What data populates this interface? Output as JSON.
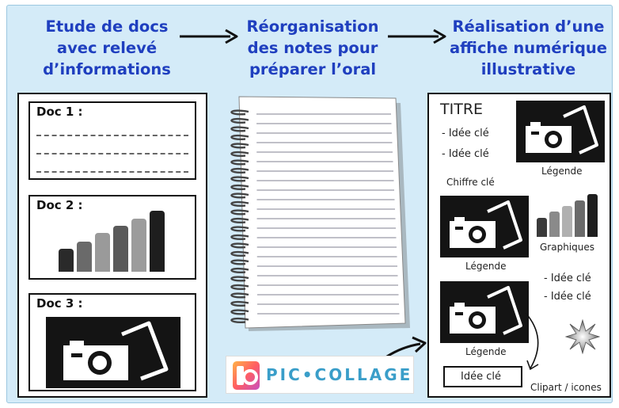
{
  "steps": [
    {
      "label": "Etude de docs\navec relevé\nd’informations"
    },
    {
      "label": "Réorganisation\ndes notes pour\npréparer l’oral"
    },
    {
      "label": "Réalisation d’une\naffiche numérique\nillustrative"
    }
  ],
  "docs": {
    "doc1": "Doc 1 :",
    "doc2": "Doc 2 :",
    "doc3": "Doc 3 :"
  },
  "doc2_bars": [
    0.31,
    0.41,
    0.53,
    0.63,
    0.73,
    0.84
  ],
  "doc2_bar_colors": [
    "#2a2a2a",
    "#6a6a6a",
    "#9a9a9a",
    "#5a5a5a",
    "#9c9c9c",
    "#1e1e1e"
  ],
  "app": {
    "name": "PIC•COLLAGE"
  },
  "poster": {
    "title": "TITRE",
    "idea1": "- Idée clé",
    "idea2": "- Idée clé",
    "legend1": "Légende",
    "key_figure": "Chiffre clé",
    "legend2": "Légende",
    "graphics": "Graphiques",
    "idea3": "- Idée clé",
    "idea4": "- Idée clé",
    "legend3": "Légende",
    "idea_box": "Idée clé",
    "clipart": "Clipart / icones"
  },
  "poster_bars": [
    0.45,
    0.6,
    0.72,
    0.85,
    1.0
  ],
  "poster_bar_colors": [
    "#3a3a3a",
    "#8a8a8a",
    "#b0b0b0",
    "#6a6a6a",
    "#1e1e1e"
  ],
  "colors": {
    "heading": "#1f3fbf",
    "background": "#d4ebf8"
  }
}
